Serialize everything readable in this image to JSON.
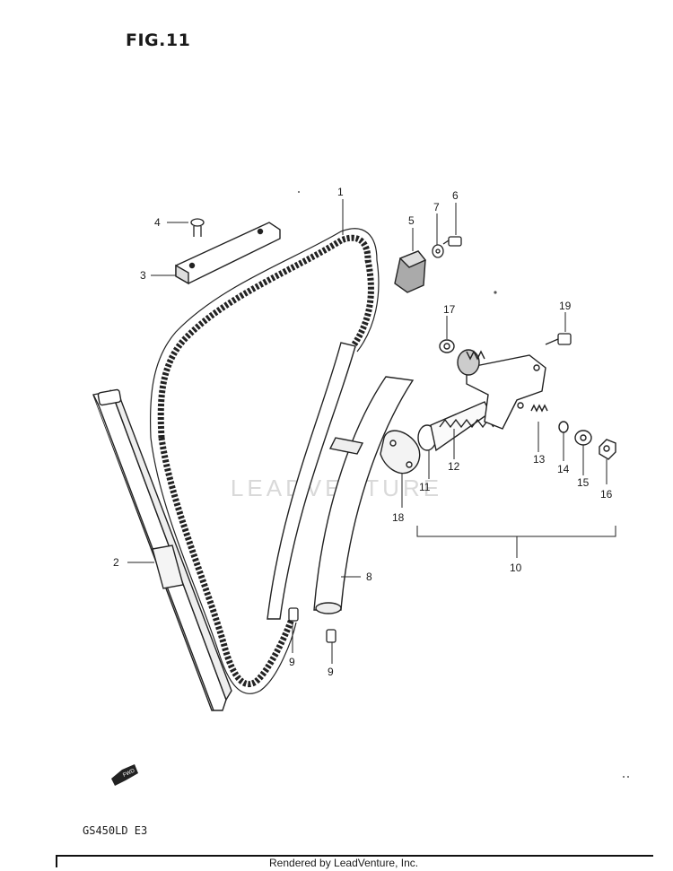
{
  "figure": {
    "title": "FIG.11",
    "model": "GS450LD  E3"
  },
  "watermark": {
    "text": "LEADVENTURE"
  },
  "footer": {
    "rendered_by": "Rendered by LeadVenture, Inc."
  },
  "callouts": {
    "c1": "1",
    "c2": "2",
    "c3": "3",
    "c4": "4",
    "c5": "5",
    "c6": "6",
    "c7": "7",
    "c8": "8",
    "c9a": "9",
    "c9b": "9",
    "c10": "10",
    "c11": "11",
    "c12": "12",
    "c13": "13",
    "c14": "14",
    "c15": "15",
    "c16": "16",
    "c17": "17",
    "c18": "18",
    "c19": "19"
  },
  "fwd_mark": {
    "text": "FWD"
  }
}
